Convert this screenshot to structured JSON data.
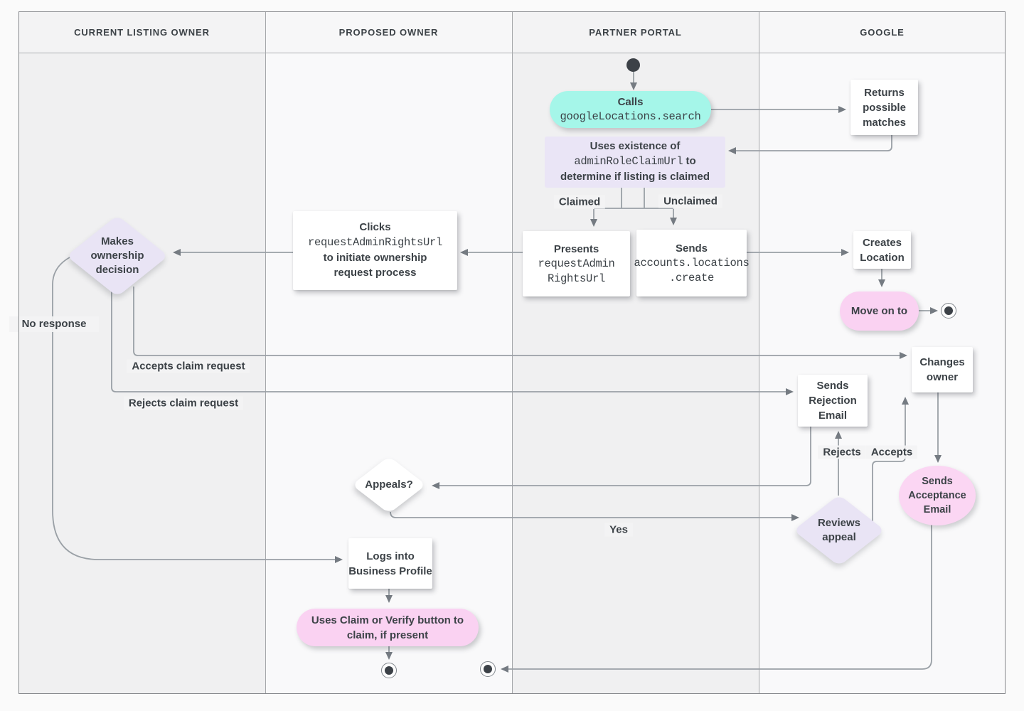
{
  "header": {
    "lanes": [
      "CURRENT LISTING OWNER",
      "PROPOSED OWNER",
      "PARTNER PORTAL",
      "GOOGLE"
    ]
  },
  "nodes": {
    "calls": {
      "title": "Calls",
      "code": "googleLocations.search"
    },
    "returns_matches": {
      "text": "Returns possible matches"
    },
    "uses_existence": {
      "pre": "Uses existence of",
      "code": "adminRoleClaimUrl",
      "post": "to determine if listing is claimed"
    },
    "presents": {
      "title": "Presents",
      "code": "requestAdminRightsUrl"
    },
    "sends_create": {
      "title": "Sends",
      "code": "accounts.locations\n.create"
    },
    "clicks": {
      "pre": "Clicks",
      "code": "requestAdminRightsUrl",
      "post": "to initiate ownership request process"
    },
    "makes_decision": {
      "text": "Makes ownership decision"
    },
    "creates_location": {
      "text": "Creates Location"
    },
    "move_on": {
      "text": "Move on to"
    },
    "changes_owner": {
      "text": "Changes owner"
    },
    "sends_rejection": {
      "text": "Sends Rejection Email"
    },
    "sends_acceptance": {
      "text": "Sends Acceptance Email"
    },
    "reviews_appeal": {
      "text": "Reviews appeal"
    },
    "appeals": {
      "text": "Appeals?"
    },
    "logs_in": {
      "text": "Logs into Business Profile"
    },
    "uses_claim": {
      "text": "Uses Claim or Verify button to claim, if present"
    }
  },
  "edge_labels": {
    "claimed": "Claimed",
    "unclaimed": "Unclaimed",
    "accepts_claim": "Accepts claim request",
    "rejects_claim": "Rejects claim request",
    "no_response": "No response",
    "yes": "Yes",
    "rejects": "Rejects",
    "accepts": "Accepts"
  },
  "colors": {
    "teal": "#a5f6e9",
    "lavender": "#e9e4f5",
    "pink": "#fad2f2",
    "node_white": "#ffffff",
    "line": "#9aa0a6",
    "arrow": "#757b82",
    "text": "#3c4247"
  }
}
